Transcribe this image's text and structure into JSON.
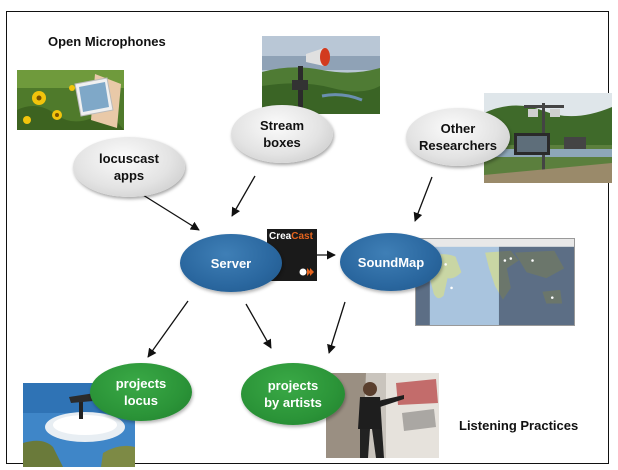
{
  "headings": {
    "open_microphones": "Open Microphones",
    "listening_practices": "Listening Practices"
  },
  "nodes": {
    "locuscast_apps": "locuscast\napps",
    "stream_boxes": "Stream\nboxes",
    "other_researchers": "Other\nResearchers",
    "server": "Server",
    "soundmap": "SoundMap",
    "projects_locus": "projects\nlocus",
    "projects_by_artists": "projects\nby artists"
  },
  "logo": {
    "part1": "Crea",
    "part2": "Cast"
  },
  "colors": {
    "grey_bubble": "#d9d9d9",
    "blue_bubble": "#2a679f",
    "green_bubble": "#2b9438",
    "creacast_accent": "#e5641e"
  }
}
